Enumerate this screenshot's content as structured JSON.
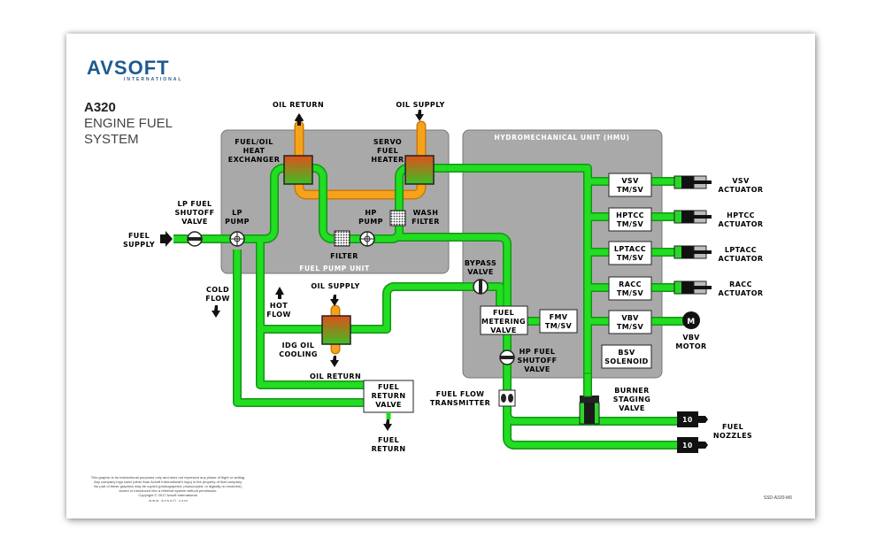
{
  "brand": {
    "name": "AVSOFT",
    "sub": "INTERNATIONAL"
  },
  "title": {
    "line1": "A320",
    "line2": "ENGINE FUEL",
    "line3": "SYSTEM"
  },
  "units": {
    "fuel_pump_unit": "FUEL PUMP UNIT",
    "hmu": "HYDROMECHANICAL UNIT (HMU)"
  },
  "labels": {
    "oil_return_top": "OIL RETURN",
    "oil_supply_top": "OIL SUPPLY",
    "fuel_oil_hx": [
      "FUEL/OIL",
      "HEAT",
      "EXCHANGER"
    ],
    "servo_heater": [
      "SERVO",
      "FUEL",
      "HEATER"
    ],
    "lp_fuel_sov": [
      "LP FUEL",
      "SHUTOFF",
      "VALVE"
    ],
    "lp_pump": [
      "LP",
      "PUMP"
    ],
    "hp_pump": [
      "HP",
      "PUMP"
    ],
    "wash_filter": [
      "WASH",
      "FILTER"
    ],
    "filter": "FILTER",
    "fuel_supply": [
      "FUEL",
      "SUPPLY"
    ],
    "cold_flow": [
      "COLD",
      "FLOW"
    ],
    "hot_flow": [
      "HOT",
      "FLOW"
    ],
    "oil_supply_mid": "OIL SUPPLY",
    "idg_oil_cooling": [
      "IDG OIL",
      "COOLING"
    ],
    "oil_return_mid": "OIL RETURN",
    "fuel_return_valve": [
      "FUEL",
      "RETURN",
      "VALVE"
    ],
    "fuel_return": [
      "FUEL",
      "RETURN"
    ],
    "bypass_valve": [
      "BYPASS",
      "VALVE"
    ],
    "fuel_metering_valve": [
      "FUEL",
      "METERING",
      "VALVE"
    ],
    "fmv_tmsv": [
      "FMV",
      "TM/SV"
    ],
    "hp_fuel_sov": [
      "HP FUEL",
      "SHUTOFF",
      "VALVE"
    ],
    "fuel_flow_tx": [
      "FUEL FLOW",
      "TRANSMITTER"
    ],
    "bsv_solenoid": [
      "BSV",
      "SOLENOID"
    ],
    "burner_staging": [
      "BURNER",
      "STAGING",
      "VALVE"
    ],
    "vsv_tmsv": [
      "VSV",
      "TM/SV"
    ],
    "hptcc_tmsv": [
      "HPTCC",
      "TM/SV"
    ],
    "lptacc_tmsv": [
      "LPTACC",
      "TM/SV"
    ],
    "racc_tmsv": [
      "RACC",
      "TM/SV"
    ],
    "vbv_tmsv": [
      "VBV",
      "TM/SV"
    ],
    "vsv_act": [
      "VSV",
      "ACTUATOR"
    ],
    "hptcc_act": [
      "HPTCC",
      "ACTUATOR"
    ],
    "lptacc_act": [
      "LPTACC",
      "ACTUATOR"
    ],
    "racc_act": [
      "RACC",
      "ACTUATOR"
    ],
    "vbv_motor": [
      "VBV",
      "MOTOR"
    ],
    "motor_symbol": "M",
    "fuel_nozzles": [
      "FUEL",
      "NOZZLES"
    ],
    "nozzle_count_1": "10",
    "nozzle_count_2": "10"
  },
  "disclaimer": [
    "This graphic is for instructional purposes only and does not represent any phase of flight or setting.",
    "Any company logo used (other than Avsoft International's logo) is the property of that company.",
    "No part of these graphics may be copied (photographed, photocopied, or digitally re-rendered),",
    "stored or introduced into a retrieval system without permission.",
    "Copyright © 2017 Avsoft International.",
    "w w w . a v s o f t . c o m"
  ],
  "doc_code": "SSD-A320-M6",
  "colors": {
    "fuel": "#22dd22",
    "fuel_edge": "#139613",
    "oil": "#f7a21b",
    "oil_edge": "#c9790c",
    "unit_box": "#a9a9a9",
    "brand": "#1f5a8f"
  }
}
